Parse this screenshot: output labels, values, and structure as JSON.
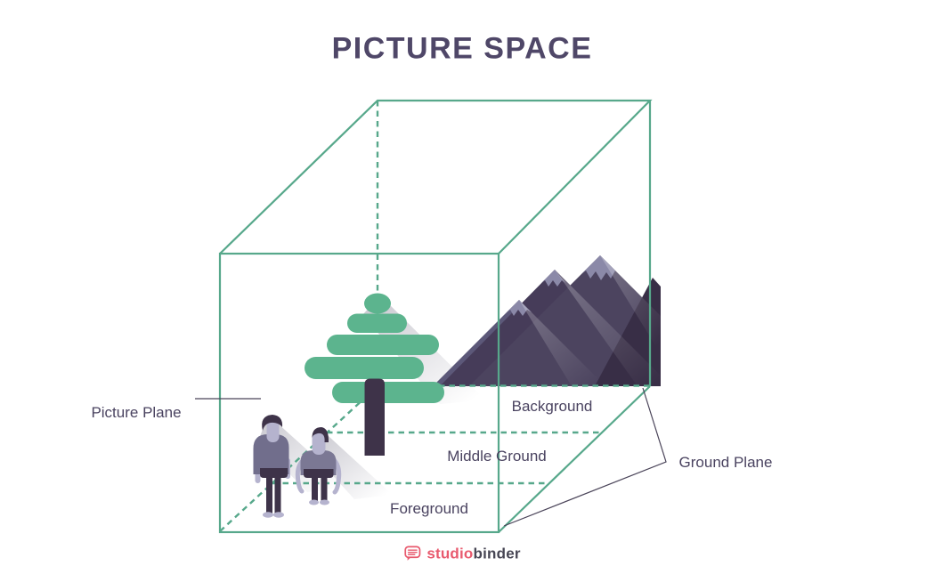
{
  "title": "PICTURE SPACE",
  "diagram": {
    "labels": {
      "picture_plane": "Picture Plane",
      "background": "Background",
      "middle_ground": "Middle Ground",
      "foreground": "Foreground",
      "ground_plane": "Ground Plane"
    }
  },
  "logo": {
    "icon": "speech-bubble-icon",
    "text_primary": "studio",
    "text_secondary": "binder"
  },
  "colors": {
    "background": "#ffffff",
    "line_green": "#57a88b",
    "tree_green": "#5cb48e",
    "trunk_dark": "#3e3349",
    "figure_skin": "#b5b3ce",
    "figure_body": "#716e8c",
    "figure_body_light": "#7b7894",
    "mountain_light": "#5c5879",
    "mountain_dark_body": "#463c59",
    "mountain_main": "#4c445f",
    "mountain_darkest": "#382e46",
    "mountain_snow": "#8b89a8",
    "title_text": "#4f4768",
    "label_text": "#4a4360",
    "pointer_line": "#4a4459",
    "logo_pink": "#e85a6e",
    "logo_dark": "#474654"
  }
}
